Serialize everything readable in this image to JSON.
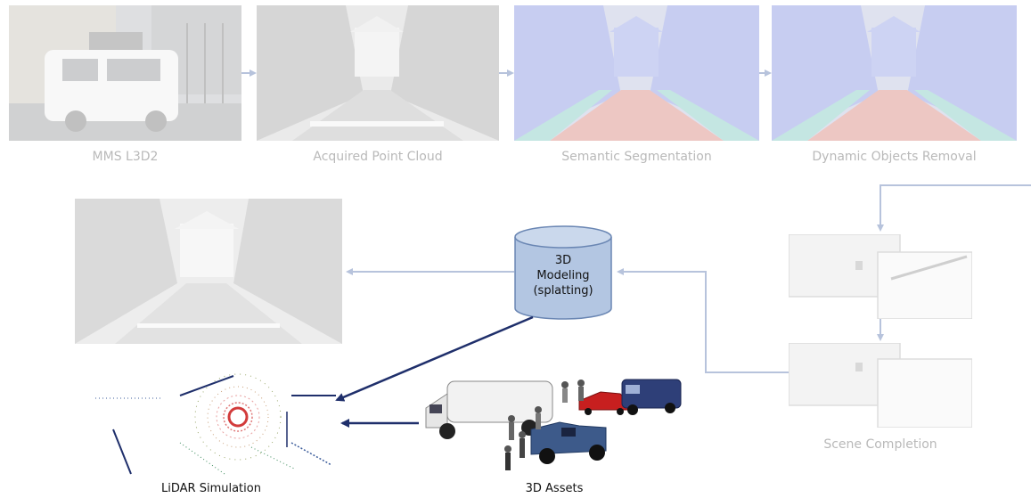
{
  "pipeline": {
    "steps": [
      {
        "label": "MMS L3D2"
      },
      {
        "label": "Acquired Point Cloud"
      },
      {
        "label": "Semantic Segmentation"
      },
      {
        "label": "Dynamic Objects Removal"
      }
    ],
    "scene_completion_label": "Scene Completion",
    "modeling": {
      "line1": "3D",
      "line2": "Modeling",
      "line3": "(splatting)"
    },
    "lidar_label": "LiDAR Simulation",
    "assets_label": "3D Assets"
  },
  "colors": {
    "flow_arrow": "#b7c3dc",
    "dark_arrow": "#1f2f6b",
    "cylinder_fill": "#b3c6e2",
    "cylinder_stroke": "#6a86b3",
    "semantic_tint": "#3a4fd0",
    "road_tint": "#c0392b"
  }
}
